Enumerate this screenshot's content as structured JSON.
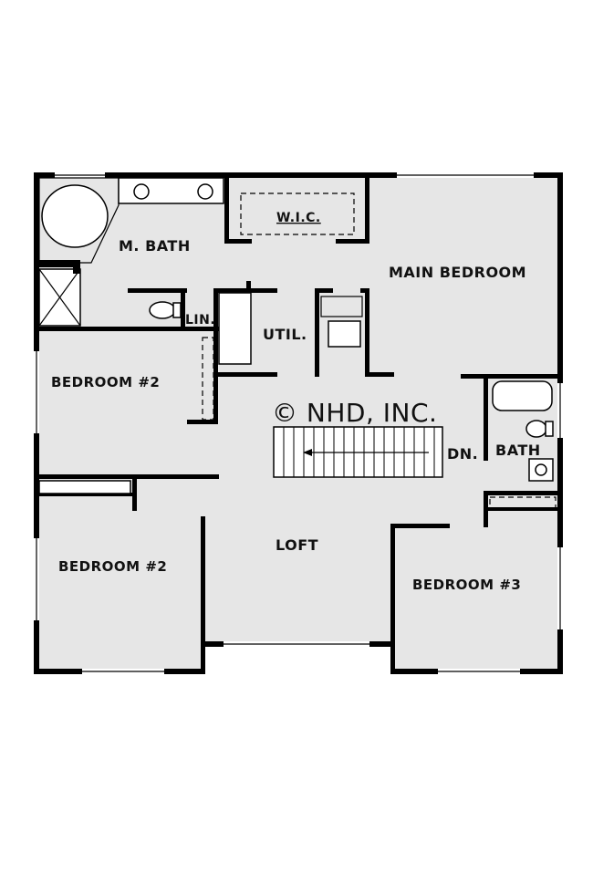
{
  "rooms": {
    "m_bath": "M. BATH",
    "wic": "W.I.C.",
    "main_bedroom": "MAIN BEDROOM",
    "lin": "LIN.",
    "util": "UTIL.",
    "bedroom_2_upper": "BEDROOM #2",
    "bedroom_2_lower": "BEDROOM #2",
    "bath": "BATH",
    "loft": "LOFT",
    "bedroom_3": "BEDROOM #3"
  },
  "stair_label": "DN.",
  "watermark": "© NHD, INC."
}
